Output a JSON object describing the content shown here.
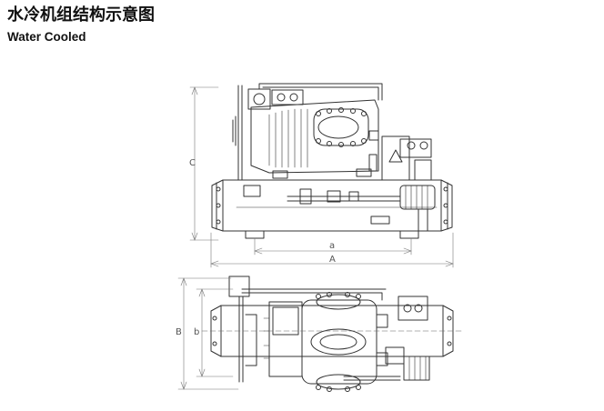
{
  "header": {
    "title": "水冷机组结构示意图",
    "subtitle": "Water Cooled"
  },
  "dimensions": {
    "front": {
      "overall_length": "A",
      "foot_spacing": "a",
      "height": "C"
    },
    "top": {
      "overall_width": "B",
      "foot_width": "b"
    }
  },
  "colors": {
    "line": "#333333",
    "dimension": "#777777",
    "background": "#ffffff"
  }
}
